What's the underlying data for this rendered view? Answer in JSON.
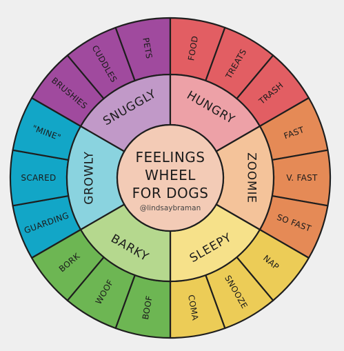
{
  "title_lines": [
    "FEELINGS",
    "WHEEL",
    "FOR DOGS"
  ],
  "handle": "@lindsaybraman",
  "center_color": "#f3cbb6",
  "categories": [
    {
      "key": "growly",
      "label": "GROWLY",
      "inner_color": "#8ad3df",
      "outer_color": "#12a6c7",
      "items": [
        "GUARDING",
        "SCARED",
        "\"MINE\""
      ]
    },
    {
      "key": "snuggly",
      "label": "SNUGGLY",
      "inner_color": "#c199c8",
      "outer_color": "#a04a9e",
      "items": [
        "BRUSHIES",
        "CUDDLES",
        "PETS"
      ]
    },
    {
      "key": "hungry",
      "label": "HUNGRY",
      "inner_color": "#eda1a7",
      "outer_color": "#e25e63",
      "items": [
        "FOOD",
        "TREATS",
        "TRASH"
      ]
    },
    {
      "key": "zoomie",
      "label": "ZOOMIE",
      "inner_color": "#f4c39a",
      "outer_color": "#e58a56",
      "items": [
        "FAST",
        "V. FAST",
        "SO FAST"
      ]
    },
    {
      "key": "sleepy",
      "label": "SLEEPY",
      "inner_color": "#f6e18a",
      "outer_color": "#eccc57",
      "items": [
        "NAP",
        "SNOOZE",
        "COMA"
      ]
    },
    {
      "key": "barky",
      "label": "BARKY",
      "inner_color": "#b5d88e",
      "outer_color": "#6db653",
      "items": [
        "BOOF",
        "WOOF",
        "BORK"
      ]
    }
  ]
}
